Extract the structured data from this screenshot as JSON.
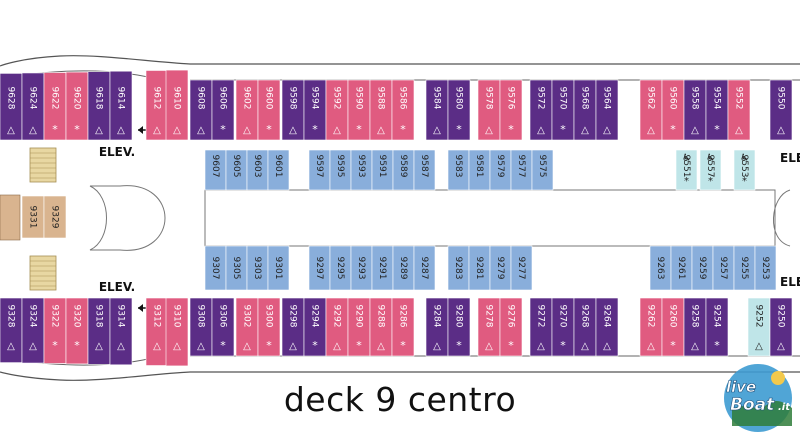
{
  "title": "deck 9 centro",
  "elevator_label": "ELEV.",
  "logo_text": "live",
  "logo_text2": "Boat",
  "logo_suffix": ".it",
  "colors": {
    "purple": "#5b2d86",
    "pink": "#e05b80",
    "blue": "#89aedb",
    "aqua": "#bfe5e8",
    "tan": "#d9b48f",
    "stair": "#e8d7a2",
    "outline": "#555555"
  },
  "symbols": {
    "balcony": "△",
    "connecting": "*",
    "accessible": "♿"
  },
  "top_outer_cabins": [
    {
      "num": "9628",
      "color": "purple",
      "mark": "△"
    },
    {
      "num": "9624",
      "color": "purple",
      "mark": "△"
    },
    {
      "num": "9622",
      "color": "pink",
      "mark": "*"
    },
    {
      "num": "9620",
      "color": "pink",
      "mark": "*"
    },
    {
      "num": "9618",
      "color": "purple",
      "mark": "△"
    },
    {
      "num": "9614",
      "color": "purple",
      "mark": "△"
    },
    {
      "num": "9612",
      "color": "pink",
      "mark": "△"
    },
    {
      "num": "9610",
      "color": "pink",
      "mark": "△"
    },
    {
      "num": "9608",
      "color": "purple",
      "mark": "△"
    },
    {
      "num": "9606",
      "color": "purple",
      "mark": "*"
    },
    {
      "num": "9602",
      "color": "pink",
      "mark": "△"
    },
    {
      "num": "9600",
      "color": "pink",
      "mark": "*"
    },
    {
      "num": "9598",
      "color": "purple",
      "mark": "△"
    },
    {
      "num": "9594",
      "color": "purple",
      "mark": "*"
    },
    {
      "num": "9592",
      "color": "pink",
      "mark": "△"
    },
    {
      "num": "9590",
      "color": "pink",
      "mark": "*"
    },
    {
      "num": "9588",
      "color": "pink",
      "mark": "△"
    },
    {
      "num": "9586",
      "color": "pink",
      "mark": "*"
    },
    {
      "num": "9584",
      "color": "purple",
      "mark": "△"
    },
    {
      "num": "9580",
      "color": "purple",
      "mark": "*"
    },
    {
      "num": "9578",
      "color": "pink",
      "mark": "△"
    },
    {
      "num": "9576",
      "color": "pink",
      "mark": "*"
    },
    {
      "num": "9572",
      "color": "purple",
      "mark": "△"
    },
    {
      "num": "9570",
      "color": "purple",
      "mark": "*"
    },
    {
      "num": "9568",
      "color": "purple",
      "mark": "△"
    },
    {
      "num": "9564",
      "color": "purple",
      "mark": "△"
    },
    {
      "num": "9562",
      "color": "pink",
      "mark": "△"
    },
    {
      "num": "9560",
      "color": "pink",
      "mark": "*"
    },
    {
      "num": "9558",
      "color": "purple",
      "mark": "△"
    },
    {
      "num": "9554",
      "color": "purple",
      "mark": "*"
    },
    {
      "num": "9552",
      "color": "pink",
      "mark": "△"
    },
    {
      "num": "9550",
      "color": "purple",
      "mark": "△"
    }
  ],
  "bottom_outer_cabins": [
    {
      "num": "9328",
      "color": "purple",
      "mark": "△"
    },
    {
      "num": "9324",
      "color": "purple",
      "mark": "△"
    },
    {
      "num": "9322",
      "color": "pink",
      "mark": "*"
    },
    {
      "num": "9320",
      "color": "pink",
      "mark": "*"
    },
    {
      "num": "9318",
      "color": "purple",
      "mark": "△"
    },
    {
      "num": "9314",
      "color": "purple",
      "mark": "△"
    },
    {
      "num": "9312",
      "color": "pink",
      "mark": "△"
    },
    {
      "num": "9310",
      "color": "pink",
      "mark": "△"
    },
    {
      "num": "9308",
      "color": "purple",
      "mark": "△"
    },
    {
      "num": "9306",
      "color": "purple",
      "mark": "*"
    },
    {
      "num": "9302",
      "color": "pink",
      "mark": "△"
    },
    {
      "num": "9300",
      "color": "pink",
      "mark": "*"
    },
    {
      "num": "9298",
      "color": "purple",
      "mark": "△"
    },
    {
      "num": "9294",
      "color": "purple",
      "mark": "*"
    },
    {
      "num": "9292",
      "color": "pink",
      "mark": "△"
    },
    {
      "num": "9290",
      "color": "pink",
      "mark": "*"
    },
    {
      "num": "9288",
      "color": "pink",
      "mark": "△"
    },
    {
      "num": "9286",
      "color": "pink",
      "mark": "*"
    },
    {
      "num": "9284",
      "color": "purple",
      "mark": "△"
    },
    {
      "num": "9280",
      "color": "purple",
      "mark": "*"
    },
    {
      "num": "9278",
      "color": "pink",
      "mark": "△"
    },
    {
      "num": "9276",
      "color": "pink",
      "mark": "*"
    },
    {
      "num": "9272",
      "color": "purple",
      "mark": "△"
    },
    {
      "num": "9270",
      "color": "purple",
      "mark": "*"
    },
    {
      "num": "9268",
      "color": "purple",
      "mark": "△"
    },
    {
      "num": "9264",
      "color": "purple",
      "mark": "△"
    },
    {
      "num": "9262",
      "color": "pink",
      "mark": "△"
    },
    {
      "num": "9260",
      "color": "pink",
      "mark": "*"
    },
    {
      "num": "9258",
      "color": "purple",
      "mark": "△"
    },
    {
      "num": "9254",
      "color": "purple",
      "mark": "*"
    },
    {
      "num": "9252",
      "color": "aqua",
      "mark": "△"
    },
    {
      "num": "9250",
      "color": "purple",
      "mark": "△"
    }
  ],
  "inner_top_cabins": [
    {
      "num": "9607"
    },
    {
      "num": "9605"
    },
    {
      "num": "9603"
    },
    {
      "num": "9601"
    },
    {
      "num": "9597"
    },
    {
      "num": "9595"
    },
    {
      "num": "9593"
    },
    {
      "num": "9591"
    },
    {
      "num": "9589"
    },
    {
      "num": "9587"
    },
    {
      "num": "9583"
    },
    {
      "num": "9581"
    },
    {
      "num": "9579"
    },
    {
      "num": "9577"
    },
    {
      "num": "9575"
    },
    {
      "num": "9551",
      "color": "aqua",
      "accessible": true
    },
    {
      "num": "9557",
      "color": "aqua",
      "accessible": true
    },
    {
      "num": "9553",
      "color": "aqua",
      "accessible": true
    }
  ],
  "inner_bottom_cabins": [
    {
      "num": "9307"
    },
    {
      "num": "9305"
    },
    {
      "num": "9303"
    },
    {
      "num": "9301"
    },
    {
      "num": "9297"
    },
    {
      "num": "9295"
    },
    {
      "num": "9293"
    },
    {
      "num": "9291"
    },
    {
      "num": "9289"
    },
    {
      "num": "9287"
    },
    {
      "num": "9283"
    },
    {
      "num": "9281"
    },
    {
      "num": "9279"
    },
    {
      "num": "9277"
    },
    {
      "num": "9263"
    },
    {
      "num": "9261"
    },
    {
      "num": "9259"
    },
    {
      "num": "9257"
    },
    {
      "num": "9255"
    },
    {
      "num": "9253"
    }
  ],
  "bow_cabins": [
    {
      "num": "9331"
    },
    {
      "num": "9329"
    }
  ]
}
